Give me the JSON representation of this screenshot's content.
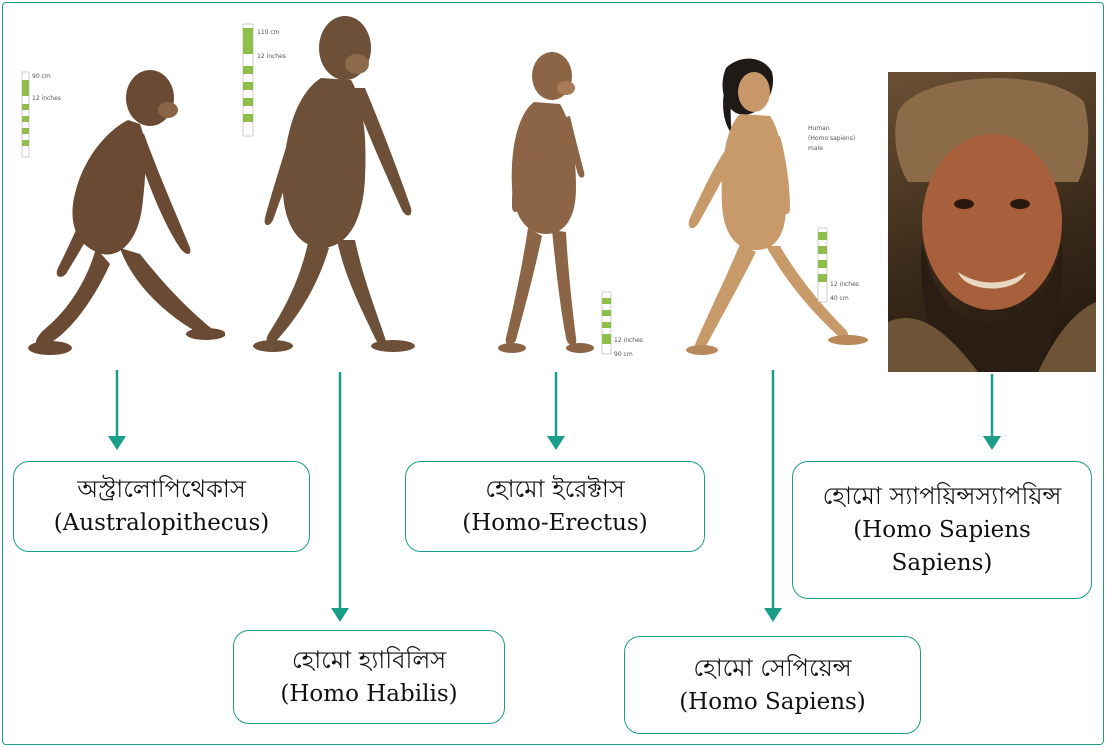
{
  "colors": {
    "accent": "#1a9e8a",
    "skin_dark": "#6b4a34",
    "skin_light": "#c89a6a",
    "scale_green": "#8fbf4a"
  },
  "figures": [
    {
      "name": "australopithecus-figure",
      "scale_top": "90 cm",
      "scale_bottom": "12 inches"
    },
    {
      "name": "homo-habilis-figure",
      "scale_top": "110 cm",
      "scale_bottom": "12 inches"
    },
    {
      "name": "homo-erectus-figure",
      "scale_top": "12 inches",
      "scale_bottom": "90 cm"
    },
    {
      "name": "homo-sapiens-figure",
      "caption_1": "Human",
      "caption_2": "(Homo sapiens)",
      "caption_3": "male",
      "scale_top": "12 inches",
      "scale_bottom": "40 cm"
    }
  ],
  "labels": {
    "australopithecus": {
      "bn": "অস্ট্রালোপিথেকাস",
      "en": "(Australopithecus)"
    },
    "habilis": {
      "bn": "হোমো হ্যাবিলিস",
      "en": "(Homo Habilis)"
    },
    "erectus": {
      "bn": "হোমো ইরেক্টাস",
      "en": "(Homo-Erectus)"
    },
    "sapiens": {
      "bn": "হোমো সেপিয়েন্স",
      "en": "(Homo Sapiens)"
    },
    "sapiens_sapiens": {
      "bn": "হোমো স্যাপয়িন্সস্যাপয়িন্স",
      "en_1": "(Homo Sapiens",
      "en_2": "Sapiens)"
    }
  }
}
